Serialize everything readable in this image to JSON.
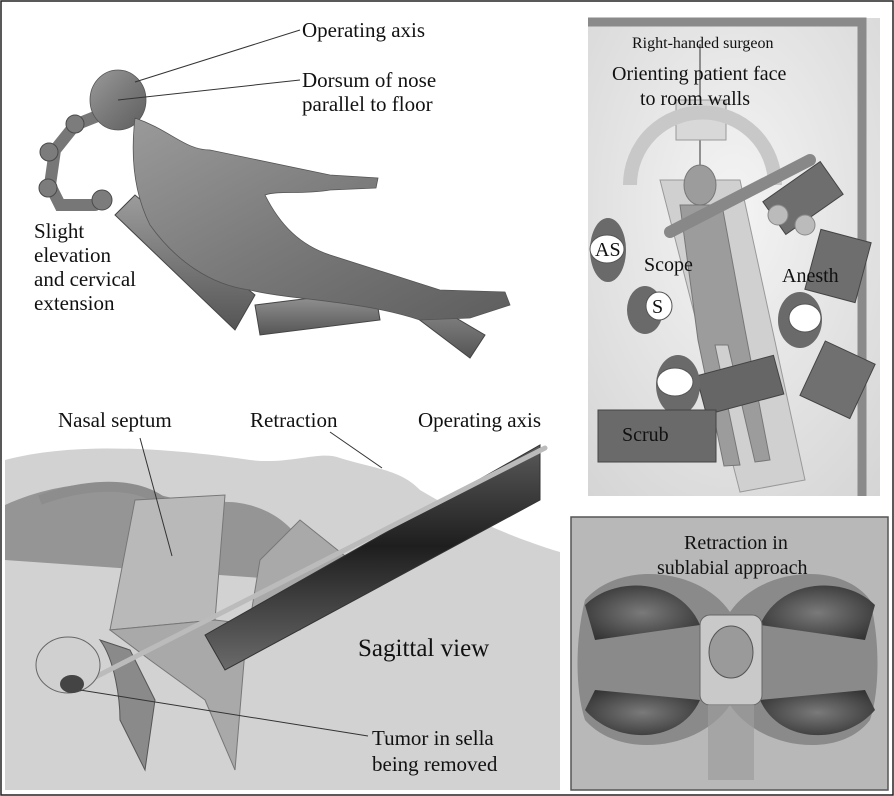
{
  "panels": {
    "positioning": {
      "operating_axis": "Operating axis",
      "dorsum_line1": "Dorsum of nose",
      "dorsum_line2": "parallel to floor",
      "elevation_line1": "Slight",
      "elevation_line2": "elevation",
      "elevation_line3": "and cervical",
      "elevation_line4": "extension"
    },
    "room": {
      "right_handed": "Right-handed surgeon",
      "orient_line1": "Orienting patient face",
      "orient_line2": "to room walls",
      "as": "AS",
      "scope": "Scope",
      "s": "S",
      "anesth": "Anesth",
      "scrub": "Scrub"
    },
    "sagittal": {
      "nasal_septum": "Nasal septum",
      "retraction": "Retraction",
      "operating_axis": "Operating axis",
      "sagittal_view": "Sagittal view",
      "tumor_line1": "Tumor in sella",
      "tumor_line2": "being removed"
    },
    "sublabial": {
      "line1": "Retraction in",
      "line2": "sublabial approach"
    }
  }
}
